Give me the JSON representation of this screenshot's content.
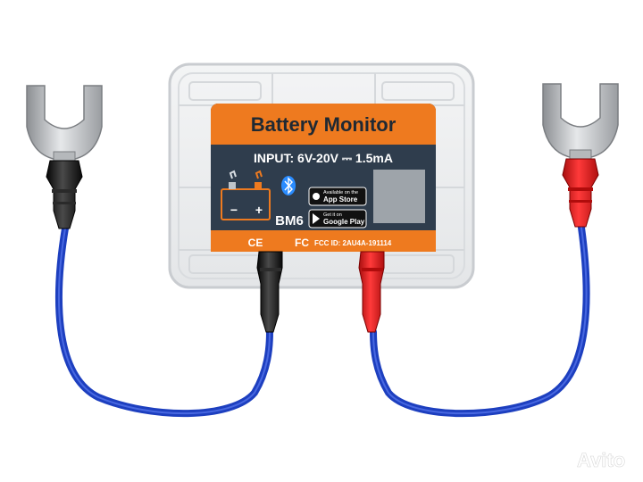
{
  "label": {
    "title": "Battery Monitor",
    "input_spec": "INPUT: 6V-20V ⎓ 1.5mA",
    "model": "BM6",
    "ce_mark": "CE",
    "fcc_mark": "FC",
    "fcc_id": "FCC ID: 2AU4A-191114",
    "app_store_small": "Available on the",
    "app_store_big": "App Store",
    "google_play_small": "Get it on",
    "google_play_big": "Google Play",
    "battery_minus": "−",
    "battery_plus": "+"
  },
  "watermark": {
    "text": "Avito"
  },
  "colors": {
    "accent_orange": "#ee7a1f",
    "label_dark": "#2f3d4d",
    "wire_blue": "#1d3fbf",
    "red_sleeve": "#e01b1b",
    "black_sleeve": "#141414"
  }
}
